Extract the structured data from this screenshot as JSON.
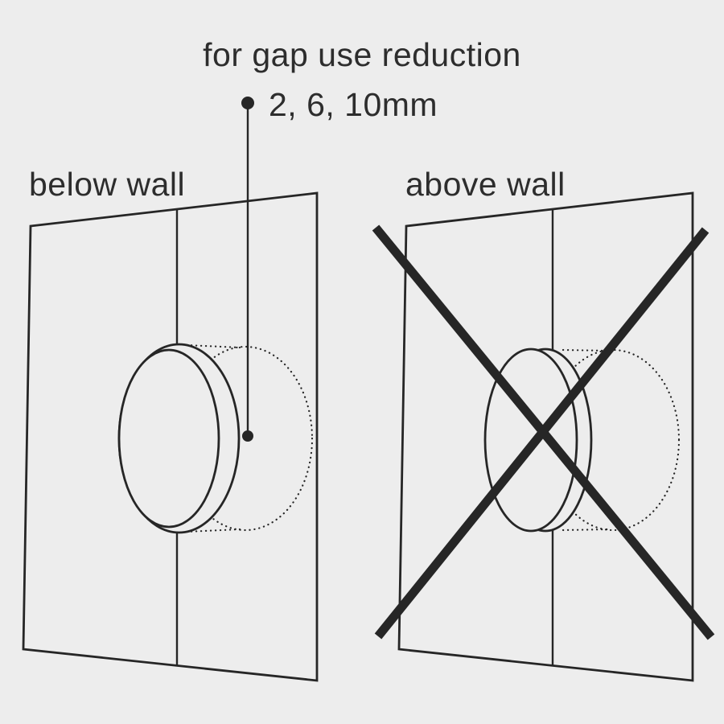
{
  "colors": {
    "background": "#ededed",
    "line": "#262626",
    "text": "#2d2d2d"
  },
  "annotation": {
    "title": "for gap use reduction",
    "bullet_text": "2, 6, 10mm"
  },
  "panels": {
    "left": {
      "label": "below wall",
      "status": "correct"
    },
    "right": {
      "label": "above wall",
      "status": "incorrect-crossed-out"
    }
  }
}
